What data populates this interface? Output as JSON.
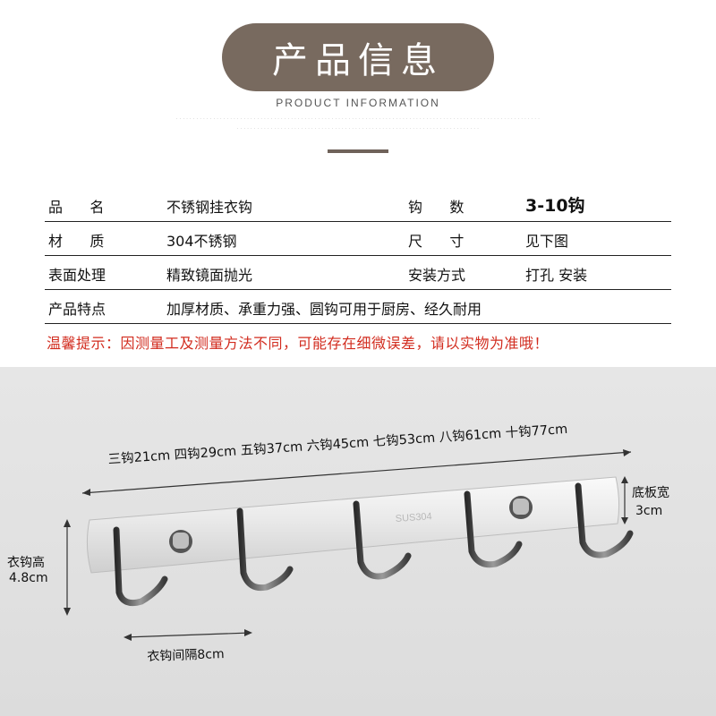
{
  "header": {
    "title": "产品信息",
    "subtitle": "PRODUCT INFORMATION"
  },
  "specs": [
    {
      "label": "品名",
      "value": "不锈钢挂衣钩",
      "label2": "钩数",
      "value2": "3-10钩"
    },
    {
      "label": "材质",
      "value": "304不锈钢",
      "label2": "尺寸",
      "value2": "见下图"
    },
    {
      "label": "表面处理",
      "value": "精致镜面抛光",
      "label2": "安装方式",
      "value2": "打孔 安装"
    },
    {
      "label": "产品特点",
      "value": "加厚材质、承重力强、圆钩可用于厨房、经久耐用"
    }
  ],
  "warning": "温馨提示：因测量工及测量方法不同，可能存在细微误差，请以实物为准哦！",
  "dimensions": {
    "lengths_line": "三钩21cm 四钩29cm 五钩37cm 六钩45cm 七钩53cm 八钩61cm 十钩77cm",
    "board_width_label": "底板宽",
    "board_width_value": "3cm",
    "hook_height_label": "衣钩高",
    "hook_height_value": "4.8cm",
    "spacing": "衣钩间隔8cm",
    "stamp": "SUS304"
  },
  "colors": {
    "header_pill": "#786a5f",
    "warning_text": "#d22c1f"
  }
}
